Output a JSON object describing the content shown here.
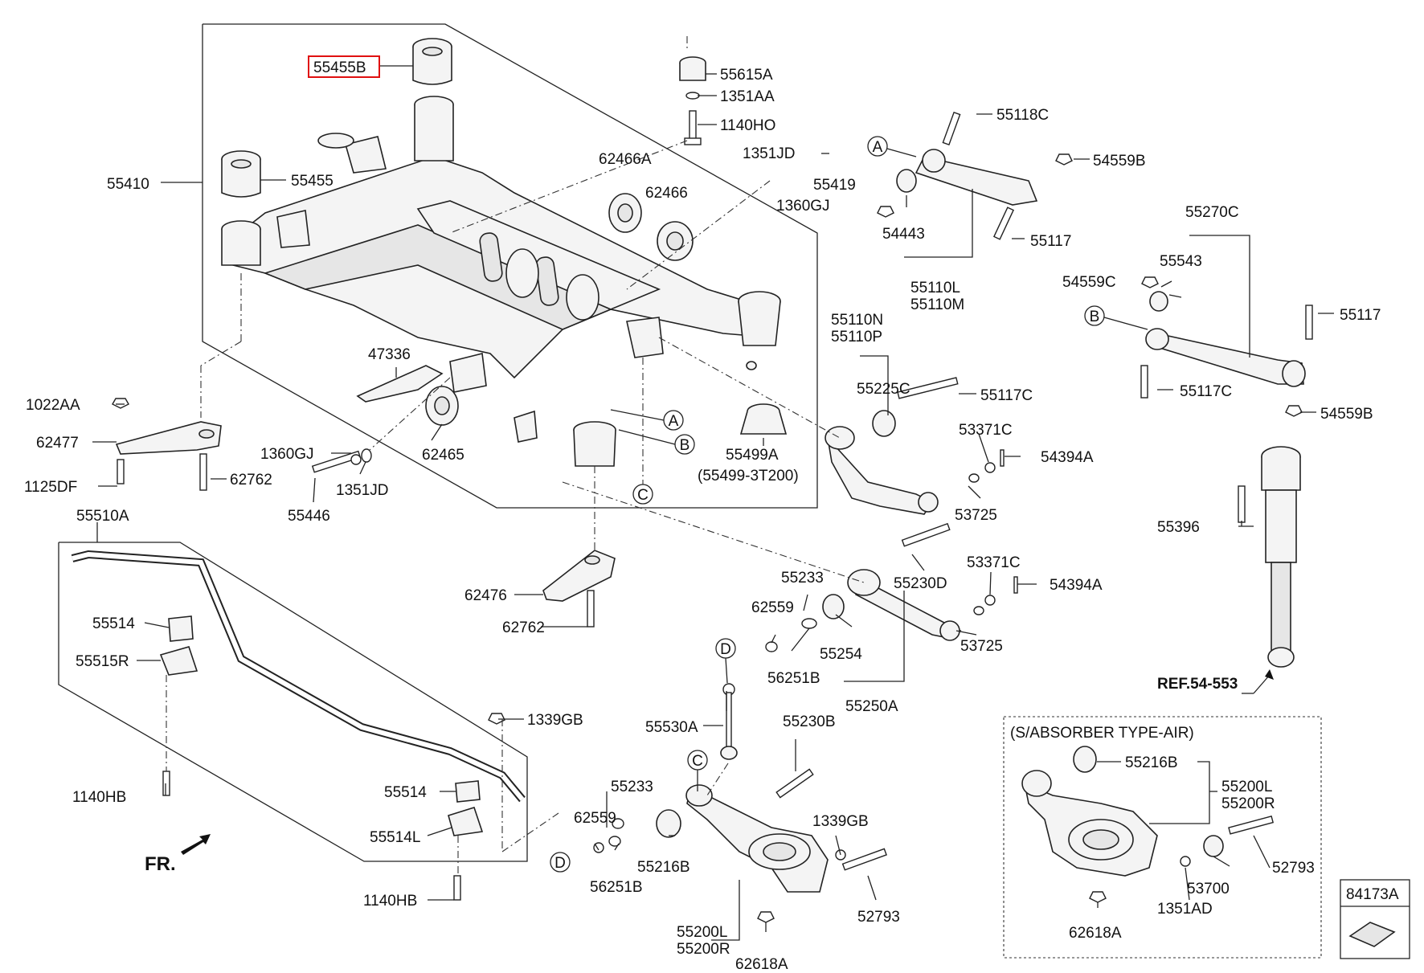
{
  "diagram": {
    "highlighted_part": "55455B",
    "highlight_color": "#e01010",
    "direction_label": "FR.",
    "ref_label": "REF.54-553",
    "box_note": "(S/ABSORBER TYPE-AIR)",
    "corner_code": "84173A",
    "ref_letters": {
      "A": "A",
      "B": "B",
      "C": "C",
      "D": "D"
    },
    "parts": {
      "p55455B": "55455B",
      "p55615A": "55615A",
      "p1351AA": "1351AA",
      "p1140HO": "1140HO",
      "p55118C": "55118C",
      "p54559B_top": "54559B",
      "p1351JD_top": "1351JD",
      "p55419": "55419",
      "p1360GJ_top": "1360GJ",
      "p62466A": "62466A",
      "p62466": "62466",
      "p55455": "55455",
      "p55410": "55410",
      "p54443": "54443",
      "p55117_top": "55117",
      "p55110L": "55110L",
      "p55110M": "55110M",
      "p55270C": "55270C",
      "p55543": "55543",
      "p54559C": "54559C",
      "p55117_right": "55117",
      "p55117C_right": "55117C",
      "p54559B_right": "54559B",
      "p55110N": "55110N",
      "p55110P": "55110P",
      "p55225C": "55225C",
      "p55117C_mid": "55117C",
      "p47336": "47336",
      "p1022AA": "1022AA",
      "p62477": "62477",
      "p1125DF": "1125DF",
      "p62762_left": "62762",
      "p1360GJ_mid": "1360GJ",
      "p1351JD_mid": "1351JD",
      "p55446": "55446",
      "p62465": "62465",
      "p55499A": "55499A",
      "p55499_3T200": "(55499-3T200)",
      "p53371C_a": "53371C",
      "p54394A_a": "54394A",
      "p53725_a": "53725",
      "p55396": "55396",
      "p55510A": "55510A",
      "p55514_a": "55514",
      "p55515R": "55515R",
      "p62476": "62476",
      "p62762_mid": "62762",
      "p55233_a": "55233",
      "p55230D": "55230D",
      "p53371C_b": "53371C",
      "p54394A_b": "54394A",
      "p62559_a": "62559",
      "p55254": "55254",
      "p53725_b": "53725",
      "p56251B_a": "56251B",
      "p55250A": "55250A",
      "p1339GB_a": "1339GB",
      "p55530A": "55530A",
      "p55230B": "55230B",
      "p1140HB_a": "1140HB",
      "p55514_b": "55514",
      "p55233_b": "55233",
      "p62559_b": "62559",
      "p55514L": "55514L",
      "p55216B_a": "55216B",
      "p1339GB_b": "1339GB",
      "p56251B_b": "56251B",
      "p1140HB_b": "1140HB",
      "p52793_a": "52793",
      "p55200L_a": "55200L",
      "p55200R_a": "55200R",
      "p62618A_a": "62618A",
      "p55216B_b": "55216B",
      "p55200L_b": "55200L",
      "p55200R_b": "55200R",
      "p52793_b": "52793",
      "p53700": "53700",
      "p1351AD": "1351AD",
      "p62618A_b": "62618A"
    }
  }
}
